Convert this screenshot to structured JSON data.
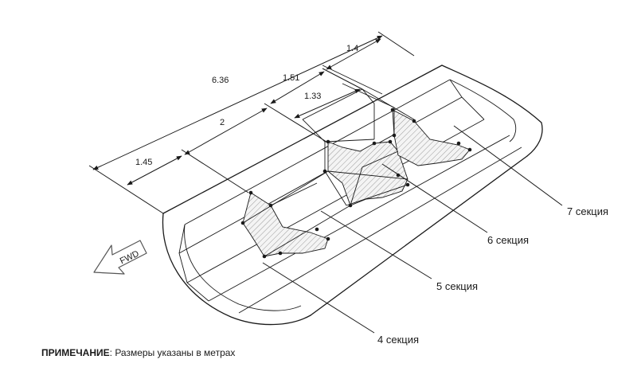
{
  "dimensions": {
    "overall": "6.36",
    "seg_1": "1.45",
    "seg_2": "2",
    "seg_3": "1.51",
    "seg_4": "1.4",
    "inner": "1.33"
  },
  "sections": {
    "s4": "4 секция",
    "s5": "5 секция",
    "s6": "6 секция",
    "s7": "7 секция"
  },
  "fwd_label": "FWD",
  "note": {
    "label": "ПРИМЕЧАНИЕ",
    "text": ": Размеры указаны в метрах"
  }
}
